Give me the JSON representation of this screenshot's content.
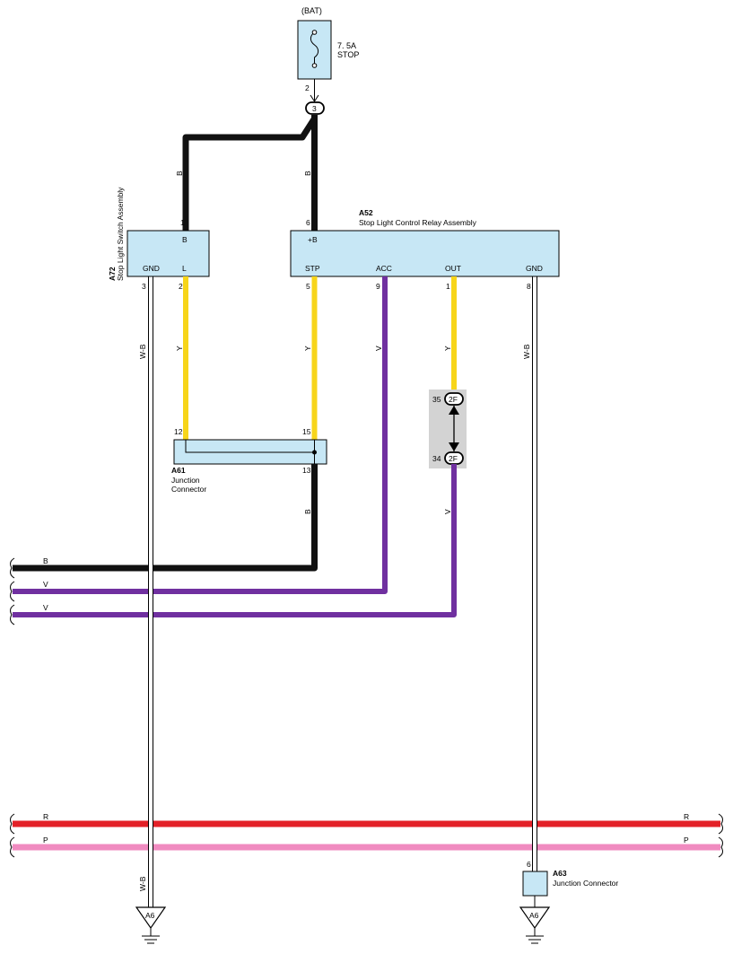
{
  "fuse": {
    "source": "(BAT)",
    "rating": "7. 5A",
    "name": "STOP",
    "pin": "2",
    "junction": "3"
  },
  "components": {
    "a72": {
      "code": "A72",
      "name": "Stop Light Switch Assembly",
      "terminals": [
        "B",
        "GND",
        "L"
      ],
      "pins": [
        "1",
        "3",
        "2"
      ]
    },
    "a52": {
      "code": "A52",
      "name": "Stop Light Control Relay Assembly",
      "terminals": [
        "+B",
        "STP",
        "ACC",
        "OUT",
        "GND"
      ],
      "pins": [
        "6",
        "5",
        "9",
        "1",
        "8"
      ]
    },
    "a61": {
      "code": "A61",
      "name_line1": "Junction",
      "name_line2": "Connector",
      "pins": [
        "12",
        "15",
        "13"
      ]
    },
    "a63": {
      "code": "A63",
      "name": "Junction Connector",
      "pin": "6"
    },
    "connector_2f": {
      "code": "2F",
      "pins": [
        "35",
        "34"
      ]
    },
    "ground": {
      "label": "A6"
    }
  },
  "wires": {
    "b": "B",
    "y": "Y",
    "v": "V",
    "wb": "W-B",
    "r": "R",
    "p": "P"
  },
  "colors": {
    "black": "#111111",
    "yellow": "#f7d51a",
    "violet": "#7030a0",
    "red": "#e32128",
    "pink": "#f08bc0",
    "box_fill": "#c7e7f5",
    "connector_fill": "#d3d3d3"
  }
}
